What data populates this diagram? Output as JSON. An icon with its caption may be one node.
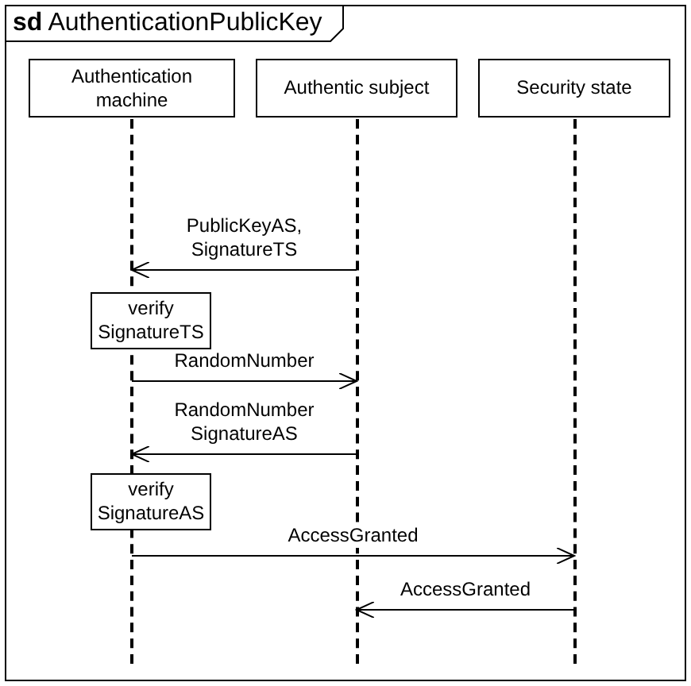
{
  "diagram": {
    "nodes": [
      {
        "text": [
          "**sd** AuthenticationPublicKey"
        ]
      },
      {
        "text": [
          "Authentication machine"
        ],
        "in": 0
      },
      {
        "text": [
          "Authentic subject"
        ],
        "in": 0
      },
      {
        "text": [
          "Security state"
        ],
        "in": 0
      },
      {
        "text": [
          "verify SignatureTS"
        ],
        "in": 0
      },
      {
        "text": [
          "verify SignatureAS"
        ],
        "in": 0
      },
      {
        "text": [],
        "shape": "line",
        "in": 0
      },
      {
        "text": [],
        "shape": "line",
        "in": 0
      },
      {
        "text": [],
        "shape": "line",
        "in": 0
      }
    ],
    "edges": [
      {
        "from": 7,
        "to": 6,
        "arrow": "to",
        "label": "PublicKeyAS, SignatureTS"
      },
      {
        "from": 6,
        "to": 7,
        "arrow": "to",
        "label": "RandomNumber"
      },
      {
        "from": 7,
        "to": 6,
        "arrow": "to",
        "label": "RandomNumber SignatureAS"
      },
      {
        "from": 6,
        "to": 8,
        "arrow": "to",
        "label": "AccessGranted"
      },
      {
        "from": 8,
        "to": 7,
        "arrow": "to",
        "label": "AccessGranted"
      }
    ]
  }
}
